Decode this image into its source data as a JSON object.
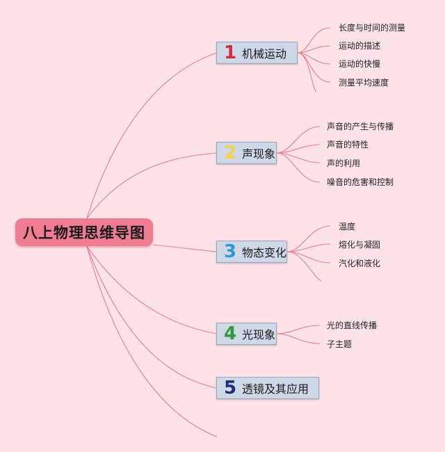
{
  "root": {
    "title": "八上物理思维导图"
  },
  "branches": [
    {
      "num": "1",
      "label": "机械运动",
      "color": "#d62a3e",
      "children": [
        "长度与时间的测量",
        "运动的描述",
        "运动的快慢",
        "测量平均速度"
      ]
    },
    {
      "num": "2",
      "label": "声现象",
      "color": "#f1d44a",
      "children": [
        "声音的产生与传播",
        "声音的特性",
        "声的利用",
        "噪音的危害和控制"
      ]
    },
    {
      "num": "3",
      "label": "物态变化",
      "color": "#2f97d8",
      "children": [
        "温度",
        "熔化与凝固",
        "汽化和液化"
      ]
    },
    {
      "num": "4",
      "label": "光现象",
      "color": "#2f9a3a",
      "children": [
        "光的直线传播",
        "子主题"
      ]
    },
    {
      "num": "5",
      "label": "透镜及其应用",
      "color": "#1d2d7c",
      "children": []
    }
  ],
  "colors": {
    "background": "#fde3e8",
    "root_fill": "#f07c93",
    "link": "#f07c93",
    "branch_fill": "#cfd8e6"
  }
}
